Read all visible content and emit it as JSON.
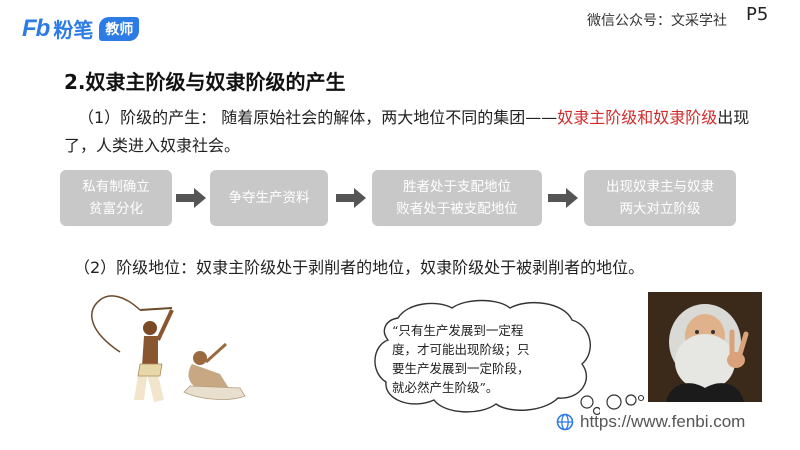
{
  "logo": {
    "mark": "Fb",
    "name": "粉笔",
    "tag": "教师"
  },
  "header": {
    "wechat": "微信公众号：文采学社",
    "page": "P5"
  },
  "section": {
    "heading": "2.奴隶主阶级与奴隶阶级的产生",
    "para1_a": "（1）阶级的产生：  随着原始社会的解体，两大地位不同的集团——",
    "para1_red": "奴隶主阶级和奴隶阶级",
    "para1_b": "出现了，人类进入奴隶社会。",
    "para2": "（2）阶级地位：奴隶主阶级处于剥削者的地位，奴隶阶级处于被剥削者的地位。"
  },
  "flow": {
    "steps": [
      [
        "私有制确立",
        "贫富分化"
      ],
      [
        "争夺生产资料"
      ],
      [
        "胜者处于支配地位",
        "败者处于被支配地位"
      ],
      [
        "出现奴隶主与奴隶",
        "两大对立阶级"
      ]
    ]
  },
  "quote": {
    "lines": [
      "“只有生产发展到一定程",
      "度，才可能出现阶级；只",
      "要生产发展到一定阶段，",
      "就必然产生阶级”。"
    ]
  },
  "footer": {
    "url": "https://www.fenbi.com"
  },
  "colors": {
    "accent": "#2d7be5",
    "highlight": "#d22b2b",
    "flow_box": "#c8c8c8",
    "arrow": "#555555"
  },
  "icons": {
    "footer": "globe-icon",
    "flow_arrow": "arrow-right-icon"
  }
}
